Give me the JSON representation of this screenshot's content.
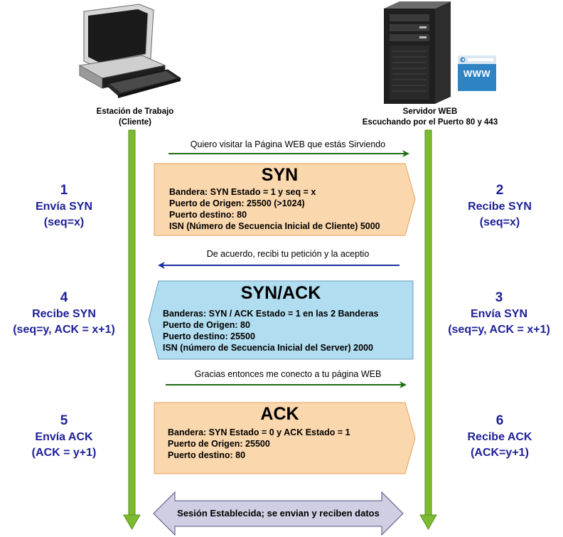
{
  "client": {
    "label_line1": "Estación de Trabajo",
    "label_line2": "(Cliente)"
  },
  "server": {
    "label_line1": "Servidor WEB",
    "label_line2": "Escuchando por el Puerto 80 y 443",
    "badge_text": "WWW"
  },
  "messages": {
    "m1": "Quiero visitar la Página WEB que estás Sirviendo",
    "m2": "De acuerdo, recibi tu petición y la aceptio",
    "m3": "Gracias entonces me conecto a tu página WEB"
  },
  "packets": {
    "syn": {
      "title": "SYN",
      "lines": [
        "Bandera: SYN  Estado = 1 y seq = x",
        "Puerto de Origen: 25500 (>1024)",
        "Puerto destino: 80",
        "ISN (Número de Secuencia Inicial de Cliente) 5000"
      ]
    },
    "synack": {
      "title": "SYN/ACK",
      "lines": [
        "Banderas: SYN / ACK Estado = 1 en las 2 Banderas",
        "Puerto de Origen: 80",
        "Puerto destino: 25500",
        "ISN (número de Secuencia Inicial del Server) 2000"
      ]
    },
    "ack": {
      "title": "ACK",
      "lines": [
        "Bandera: SYN Estado = 0 y ACK Estado = 1",
        "Puerto de Origen: 25500",
        "Puerto destino: 80"
      ]
    }
  },
  "steps": {
    "s1": {
      "num": "1",
      "l1": "Envía SYN",
      "l2": "(seq=x)"
    },
    "s2": {
      "num": "2",
      "l1": "Recibe SYN",
      "l2": "(seq=x)"
    },
    "s3": {
      "num": "3",
      "l1": "Envía SYN",
      "l2": "(seq=y, ACK = x+1)"
    },
    "s4": {
      "num": "4",
      "l1": "Recibe SYN",
      "l2": "(seq=y, ACK = x+1)"
    },
    "s5": {
      "num": "5",
      "l1": "Envía ACK",
      "l2": "(ACK = y+1)"
    },
    "s6": {
      "num": "6",
      "l1": "Recibe ACK",
      "l2": "(ACK=y+1)"
    }
  },
  "session": {
    "text": "Sesión Establecida; se envian y reciben datos"
  },
  "colors": {
    "lifeline": "#7cbb2f",
    "lifeline_stroke": "#5a8f1a",
    "arrow_right": "#1f6b13",
    "arrow_left": "#1c2fa0",
    "syn_fill": "#fad7ac",
    "syn_stroke": "#e8a25a",
    "synack_fill": "#b1ddf0",
    "synack_stroke": "#6c9fc1",
    "session_fill": "#d0cee2",
    "session_stroke": "#56517e",
    "step_text": "#1f2196"
  }
}
